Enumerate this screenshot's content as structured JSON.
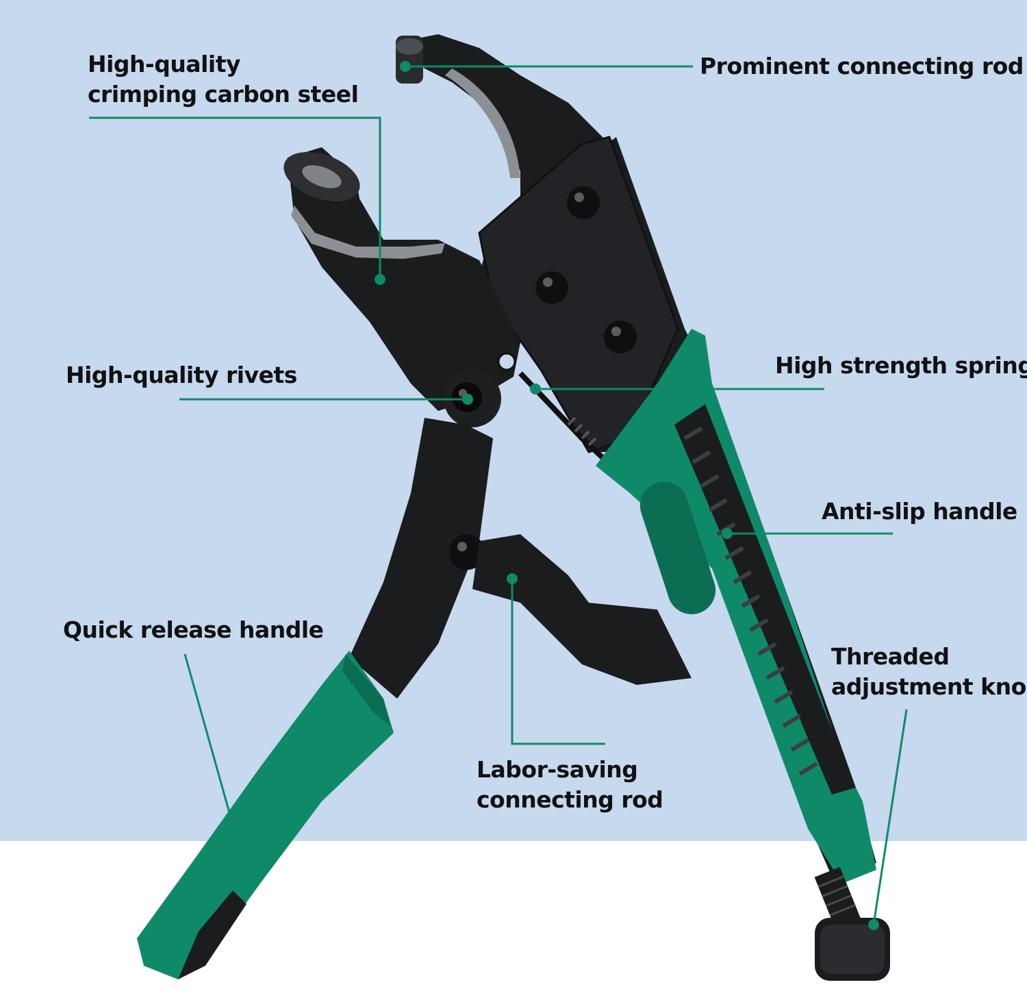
{
  "colors": {
    "background_top": "#c6d9ee",
    "background_bottom": "#ffffff",
    "handle_green": "#0f8a68",
    "handle_green_dark": "#0b6e52",
    "steel_black": "#1b1c1e",
    "callout_line": "#0f8a68",
    "label_text": "#111111"
  },
  "labels": {
    "crimping_steel": {
      "line1": "High-quality",
      "line2": "crimping carbon steel"
    },
    "connecting_rod": "Prominent connecting rod",
    "rivets": "High-quality rivets",
    "spring": "High strength spring",
    "anti_slip": "Anti-slip handle",
    "quick_release": "Quick release handle",
    "knob": {
      "line1": "Threaded",
      "line2": "adjustment knob"
    },
    "labor_saving": {
      "line1": "Labor-saving",
      "line2": "connecting rod"
    }
  },
  "icons": {
    "tool": "locking-pliers-icon",
    "callout_marker": "callout-dot-icon"
  }
}
